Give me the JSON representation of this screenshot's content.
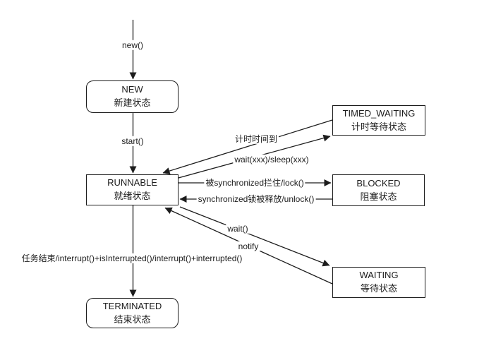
{
  "canvas": {
    "background_color": "#ffffff",
    "stroke_color": "#1c1c1c",
    "text_color": "#1c1c1c"
  },
  "states": [
    {
      "name": "NEW",
      "label_zh": "新建状态",
      "shape": "rounded"
    },
    {
      "name": "RUNNABLE",
      "label_zh": "就绪状态",
      "shape": "rect"
    },
    {
      "name": "TIMED_WAITING",
      "label_zh": "计时等待状态",
      "shape": "rect"
    },
    {
      "name": "BLOCKED",
      "label_zh": "阻塞状态",
      "shape": "rect"
    },
    {
      "name": "WAITING",
      "label_zh": "等待状态",
      "shape": "rect"
    },
    {
      "name": "TERMINATED",
      "label_zh": "结束状态",
      "shape": "rounded"
    }
  ],
  "transitions": [
    {
      "label": "new()",
      "from": null,
      "to": "NEW"
    },
    {
      "label": "start()",
      "from": "NEW",
      "to": "RUNNABLE"
    },
    {
      "label": "计时时间到",
      "from": "TIMED_WAITING",
      "to": "RUNNABLE"
    },
    {
      "label": "wait(xxx)/sleep(xxx)",
      "from": "RUNNABLE",
      "to": "TIMED_WAITING"
    },
    {
      "label": "被synchronized拦住/lock()",
      "from": "RUNNABLE",
      "to": "BLOCKED"
    },
    {
      "label": "synchronized锁被释放/unlock()",
      "from": "BLOCKED",
      "to": "RUNNABLE"
    },
    {
      "label": "wait()",
      "from": "RUNNABLE",
      "to": "WAITING"
    },
    {
      "label": "notify",
      "from": "WAITING",
      "to": "RUNNABLE"
    },
    {
      "label": "任务结束/interrupt()+isInterrupted()/interrupt()+interrupted()",
      "from": "RUNNABLE",
      "to": "TERMINATED"
    }
  ]
}
